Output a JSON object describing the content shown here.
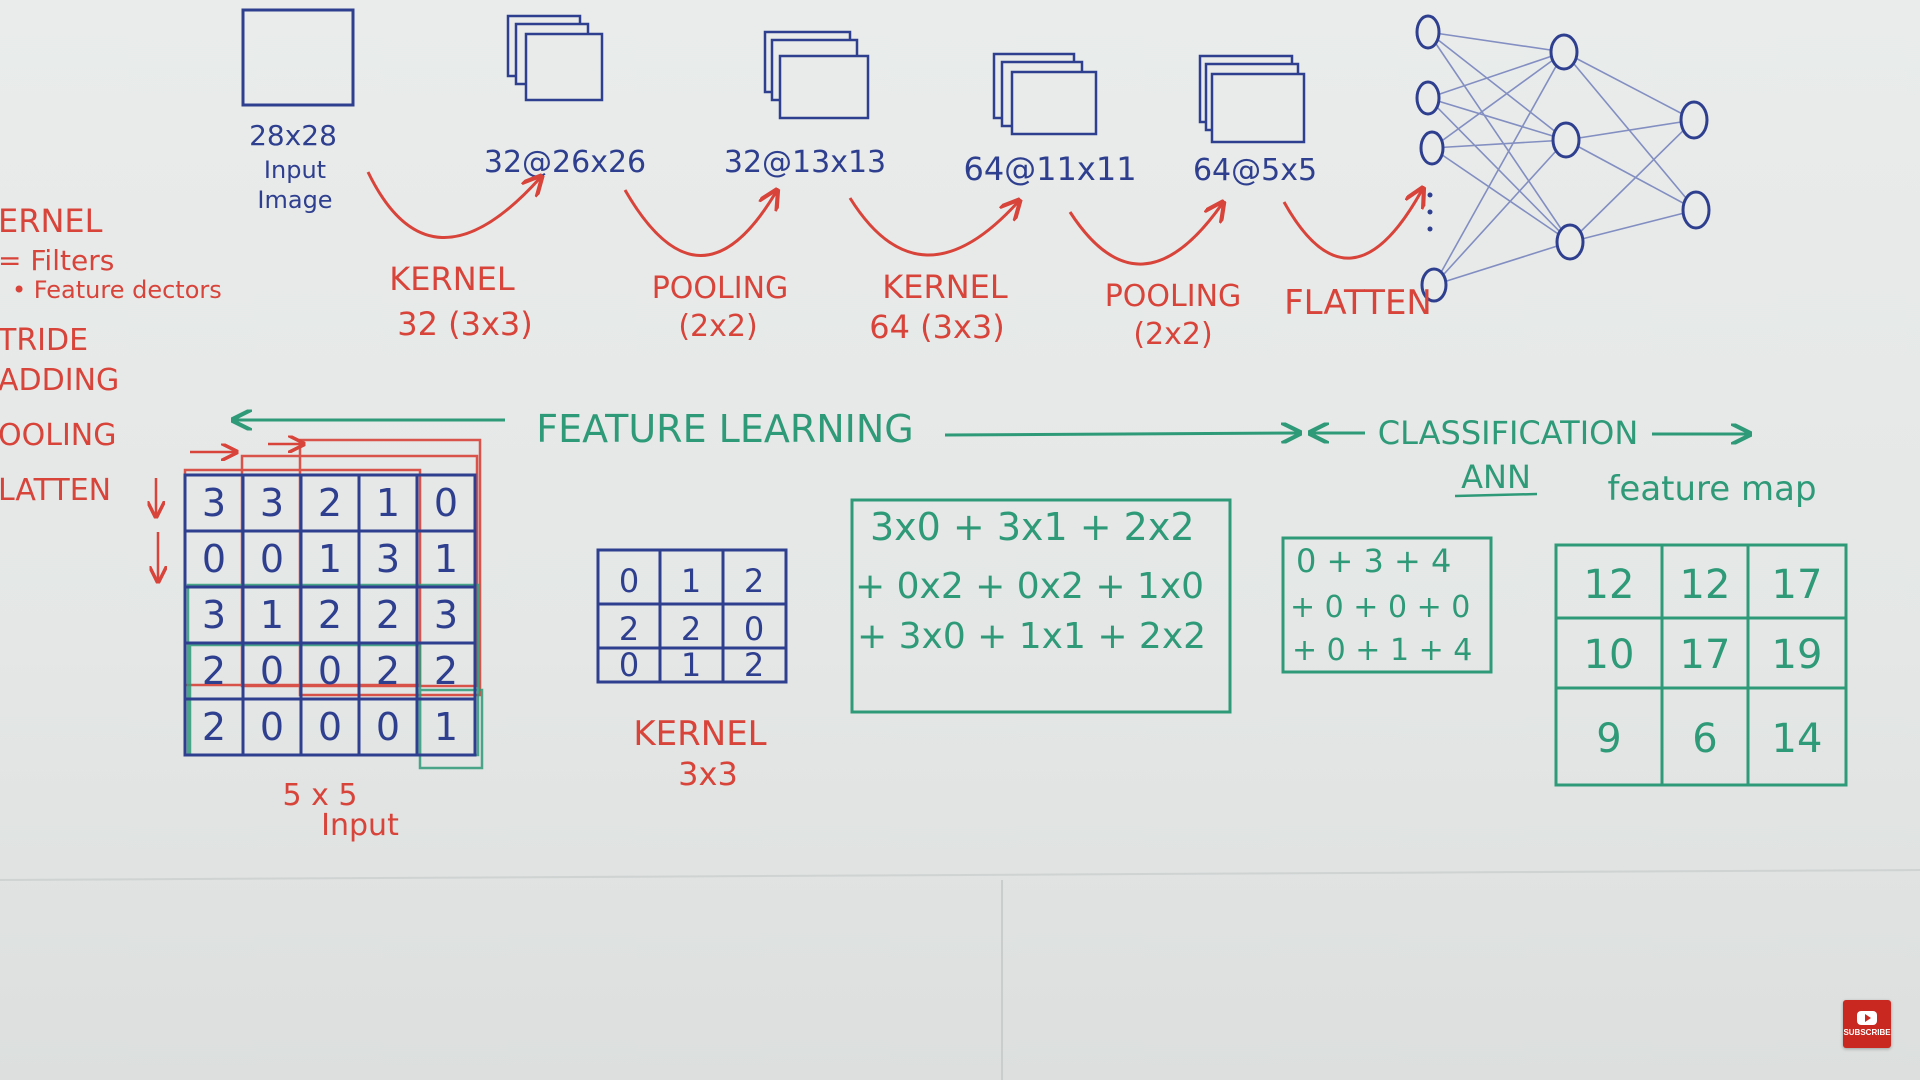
{
  "colors": {
    "blue": "#2f3f8f",
    "red": "#d8433a",
    "green": "#2f9a78"
  },
  "pipeline": {
    "input_size": "28x28",
    "input_label_1": "Input",
    "input_label_2": "Image",
    "stages": [
      "32@26x26",
      "32@13x13",
      "64@11x11",
      "64@5x5"
    ],
    "ops": [
      {
        "line1": "KERNEL",
        "line2": "32 (3x3)"
      },
      {
        "line1": "POOLING",
        "line2": "(2x2)"
      },
      {
        "line1": "KERNEL",
        "line2": "64 (3x3)"
      },
      {
        "line1": "POOLING",
        "line2": "(2x2)"
      },
      {
        "line1": "FLATTEN",
        "line2": ""
      }
    ]
  },
  "sidebar_terms": [
    "ERNEL",
    "= Filters",
    "• Feature dectors",
    "TRIDE",
    "ADDING",
    "OOLING",
    "LATTEN"
  ],
  "sections": {
    "feature_learning": "FEATURE LEARNING",
    "classification": "CLASSIFICATION",
    "ann": "ANN",
    "feature_map": "feature map"
  },
  "input_matrix": {
    "rows": [
      [
        "3",
        "3",
        "2",
        "1",
        "0"
      ],
      [
        "0",
        "0",
        "1",
        "3",
        "1"
      ],
      [
        "3",
        "1",
        "2",
        "2",
        "3"
      ],
      [
        "2",
        "0",
        "0",
        "2",
        "2"
      ],
      [
        "2",
        "0",
        "0",
        "0",
        "1"
      ]
    ],
    "caption_1": "5 x 5",
    "caption_2": "Input"
  },
  "kernel_matrix": {
    "rows": [
      [
        "0",
        "1",
        "2"
      ],
      [
        "2",
        "2",
        "0"
      ],
      [
        "0",
        "1",
        "2"
      ]
    ],
    "caption_1": "KERNEL",
    "caption_2": "3x3"
  },
  "calculation": {
    "lines": [
      "3x0 + 3x1 + 2x2",
      "+ 0x2 + 0x2 + 1x0",
      "+ 3x0 + 1x1 + 2x2"
    ]
  },
  "sum": {
    "lines": [
      "0 + 3 + 4",
      "+ 0 + 0 + 0",
      "+ 0 + 1 + 4"
    ]
  },
  "feature_map_matrix": {
    "rows": [
      [
        "12",
        "12",
        "17"
      ],
      [
        "10",
        "17",
        "19"
      ],
      [
        "9",
        "6",
        "14"
      ]
    ]
  },
  "subscribe": {
    "label": "SUBSCRIBE"
  }
}
